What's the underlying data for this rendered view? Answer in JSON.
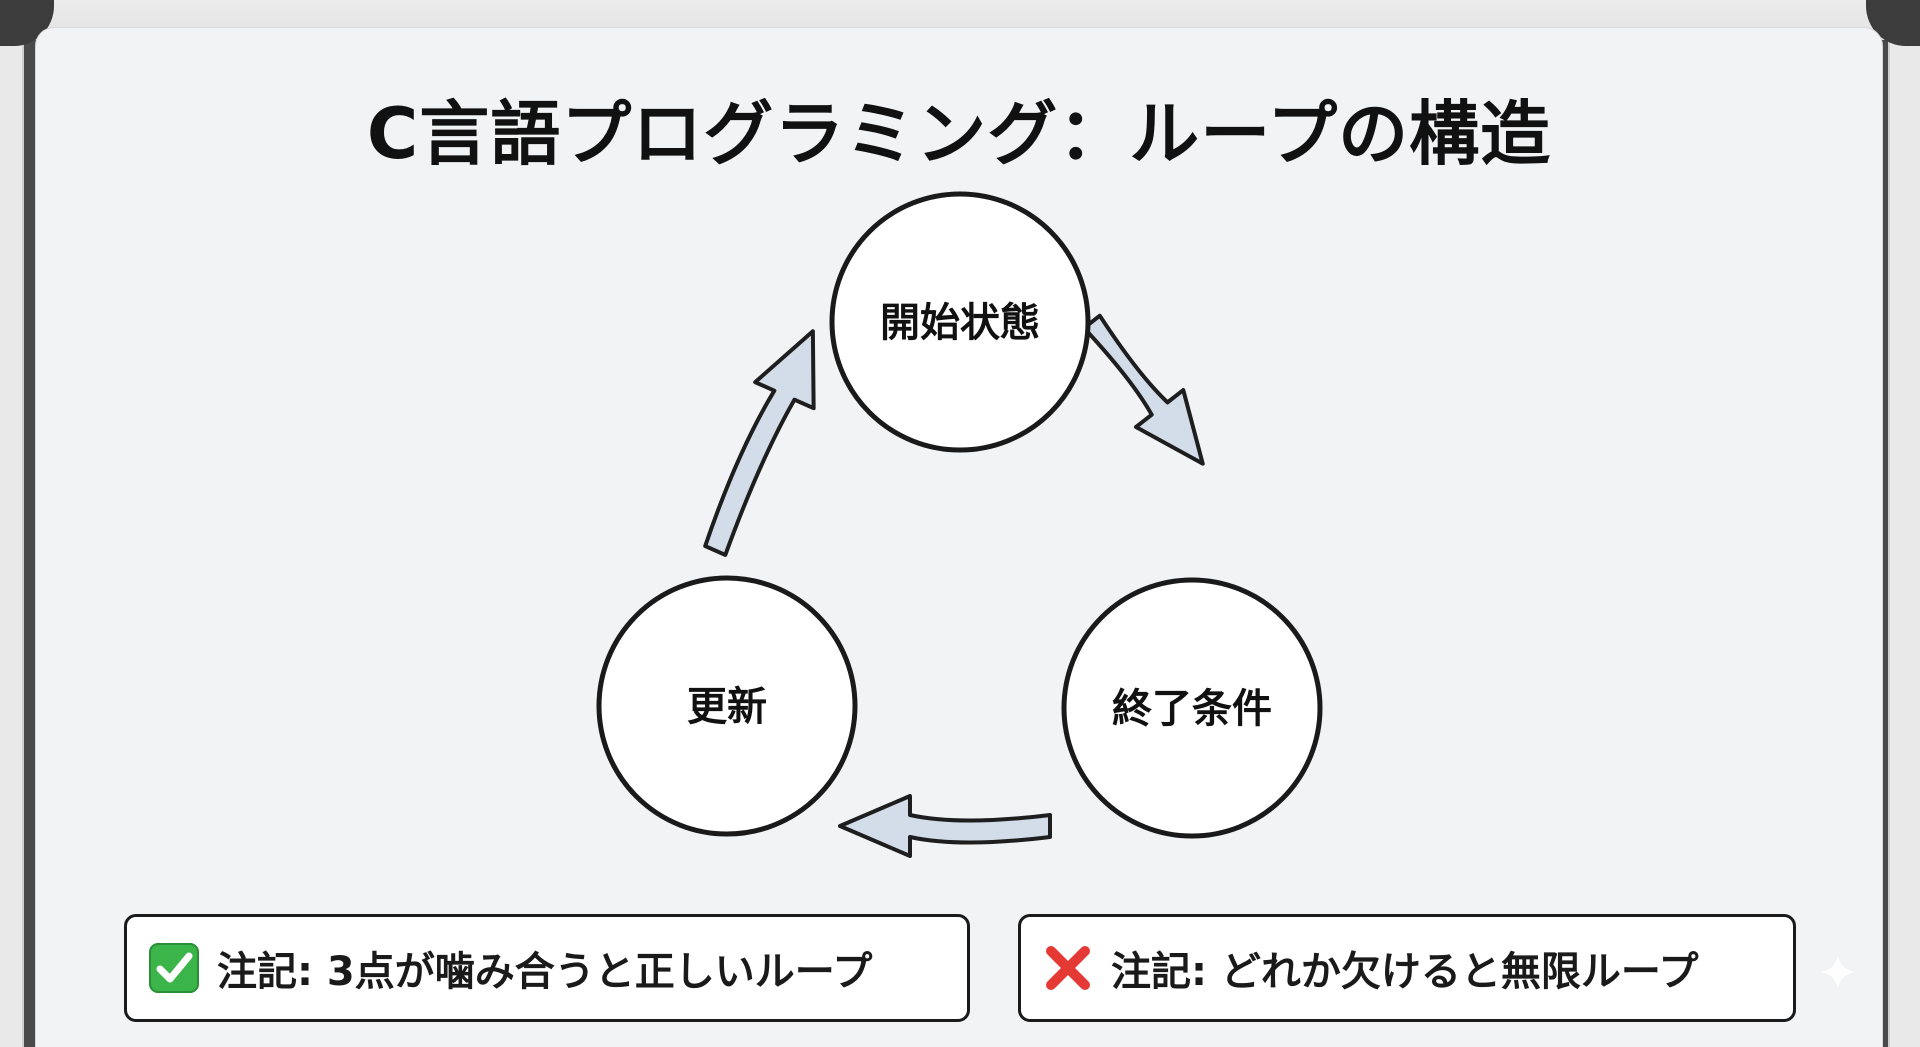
{
  "title": "C言語プログラミング：ループの構造",
  "nodes": [
    {
      "id": "start",
      "label": "開始状態"
    },
    {
      "id": "condition",
      "label": "終了条件"
    },
    {
      "id": "update",
      "label": "更新"
    }
  ],
  "edges": [
    {
      "from": "start",
      "to": "condition"
    },
    {
      "from": "condition",
      "to": "update"
    },
    {
      "from": "update",
      "to": "start"
    }
  ],
  "notes": [
    {
      "icon": "check-mark-icon",
      "text": "注記: 3点が噛み合うと正しいループ",
      "color": "#3bb54a"
    },
    {
      "icon": "cross-mark-icon",
      "text": "注記: どれか欠けると無限ループ",
      "color": "#e53935"
    }
  ],
  "colors": {
    "arrow_fill": "#d3dde9",
    "arrow_stroke": "#1e1e1e",
    "node_fill": "#ffffff",
    "slide_background": "#f1f3f5"
  }
}
